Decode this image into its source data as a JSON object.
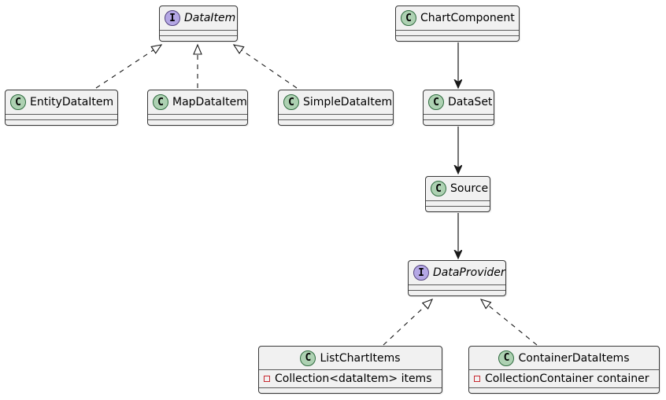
{
  "colors": {
    "box_fill": "#F1F1F1",
    "box_border": "#383838",
    "class_icon_fill": "#ADD1B2",
    "interface_icon_fill": "#B4A7E5",
    "private_marker": "#C82930",
    "edge": "#181818"
  },
  "nodes": {
    "dataItem": {
      "kind": "interface",
      "letter": "I",
      "name": "DataItem"
    },
    "chartComponent": {
      "kind": "class",
      "letter": "C",
      "name": "ChartComponent"
    },
    "entityDataItem": {
      "kind": "class",
      "letter": "C",
      "name": "EntityDataItem"
    },
    "mapDataItem": {
      "kind": "class",
      "letter": "C",
      "name": "MapDataItem"
    },
    "simpleDataItem": {
      "kind": "class",
      "letter": "C",
      "name": "SimpleDataItem"
    },
    "dataSet": {
      "kind": "class",
      "letter": "C",
      "name": "DataSet"
    },
    "source": {
      "kind": "class",
      "letter": "C",
      "name": "Source"
    },
    "dataProvider": {
      "kind": "interface",
      "letter": "I",
      "name": "DataProvider"
    },
    "listChartItems": {
      "kind": "class",
      "letter": "C",
      "name": "ListChartItems",
      "field": "Collection<dataItem> items"
    },
    "containerDataItems": {
      "kind": "class",
      "letter": "C",
      "name": "ContainerDataItems",
      "field": "CollectionContainer container"
    }
  },
  "relationships": [
    {
      "from": "EntityDataItem",
      "to": "DataItem",
      "style": "dashed",
      "arrowhead": "hollow-triangle"
    },
    {
      "from": "MapDataItem",
      "to": "DataItem",
      "style": "dashed",
      "arrowhead": "hollow-triangle"
    },
    {
      "from": "SimpleDataItem",
      "to": "DataItem",
      "style": "dashed",
      "arrowhead": "hollow-triangle"
    },
    {
      "from": "ChartComponent",
      "to": "DataSet",
      "style": "solid",
      "arrowhead": "filled-arrow"
    },
    {
      "from": "DataSet",
      "to": "Source",
      "style": "solid",
      "arrowhead": "filled-arrow"
    },
    {
      "from": "Source",
      "to": "DataProvider",
      "style": "solid",
      "arrowhead": "filled-arrow"
    },
    {
      "from": "ListChartItems",
      "to": "DataProvider",
      "style": "dashed",
      "arrowhead": "hollow-triangle"
    },
    {
      "from": "ContainerDataItems",
      "to": "DataProvider",
      "style": "dashed",
      "arrowhead": "hollow-triangle"
    }
  ]
}
